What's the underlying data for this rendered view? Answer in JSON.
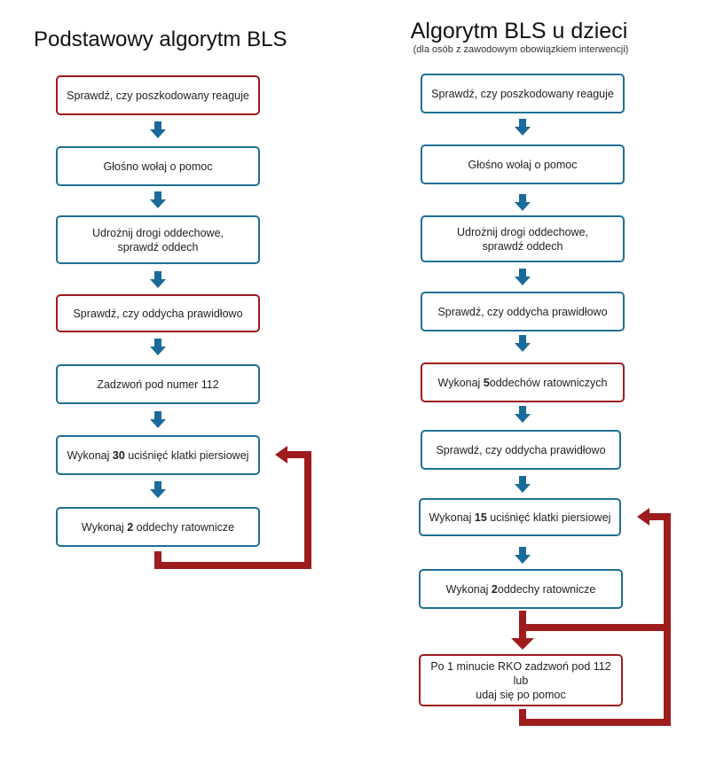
{
  "left": {
    "title": "Podstawowy algorytm BLS",
    "steps": [
      "Sprawdź, czy poszkodowany reaguje",
      "Głośno wołaj o pomoc",
      "Udrożnij drogi oddechowe,",
      "sprawdź oddech",
      "Sprawdź, czy oddycha prawidłowo",
      "Zadzwoń pod numer 112",
      "Wykonaj ",
      "30",
      " uciśnięć klatki piersiowej",
      "Wykonaj ",
      "2",
      " oddechy ratownicze"
    ]
  },
  "right": {
    "title": "Algorytm BLS u dzieci",
    "subtitle": "(dla osób z zawodowym obowiązkiem interwencji)",
    "steps": [
      "Sprawdź, czy poszkodowany reaguje",
      "Głośno wołaj o pomoc",
      "Udrożnij drogi oddechowe,",
      "sprawdź oddech",
      "Sprawdź, czy oddycha prawidłowo",
      "Wykonaj ",
      "5",
      "oddechów ratowniczych",
      "Sprawdź, czy oddycha prawidłowo",
      "Wykonaj ",
      "15",
      " uciśnięć klatki piersiowej",
      "Wykonaj ",
      "2",
      "oddechy ratownicze",
      "Po 1 minucie RKO zadzwoń pod 112 lub",
      "udaj się po pomoc"
    ]
  },
  "colors": {
    "blue_border": "#1f6f93",
    "red_border": "#9e1b1e",
    "arrow_blue": "#1a6b99",
    "loop_red": "#9e1b1e"
  }
}
